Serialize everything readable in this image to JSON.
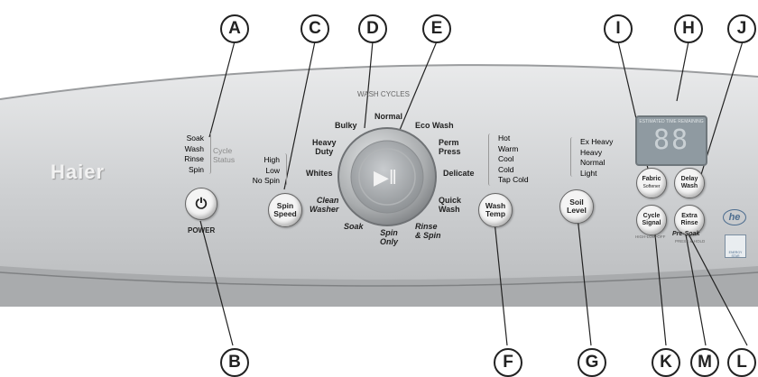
{
  "callouts": {
    "A": "A",
    "B": "B",
    "C": "C",
    "D": "D",
    "E": "E",
    "F": "F",
    "G": "G",
    "H": "H",
    "I": "I",
    "J": "J",
    "K": "K",
    "L": "L",
    "M": "M"
  },
  "brand": "Haier",
  "power": {
    "label": "POWER"
  },
  "cycle_status": {
    "items": [
      "Soak",
      "Wash",
      "Rinse",
      "Spin"
    ],
    "label1": "Cycle",
    "label2": "Status"
  },
  "spin_speed": {
    "options": [
      "High",
      "Low",
      "No Spin"
    ],
    "button1": "Spin",
    "button2": "Speed"
  },
  "wash_cycles": {
    "heading": "WASH CYCLES",
    "bulky": "Bulky",
    "normal": "Normal",
    "eco_wash": "Eco Wash",
    "heavy": "Heavy",
    "duty": "Duty",
    "perm": "Perm",
    "press": "Press",
    "whites": "Whites",
    "delicate": "Delicate",
    "clean": "Clean",
    "washer": "Washer",
    "quick": "Quick",
    "wash": "Wash",
    "soak": "Soak",
    "spin": "Spin",
    "only": "Only",
    "rinse": "Rinse",
    "and_spin": "& Spin"
  },
  "wash_temp": {
    "options": [
      "Hot",
      "Warm",
      "Cool",
      "Cold",
      "Tap Cold"
    ],
    "button1": "Wash",
    "button2": "Temp"
  },
  "soil_level": {
    "options": [
      "Ex Heavy",
      "Heavy",
      "Normal",
      "Light"
    ],
    "button1": "Soil",
    "button2": "Level"
  },
  "display": {
    "caption": "ESTIMATED TIME REMAINING",
    "digits": "88"
  },
  "fabric_softener": {
    "line1": "Fabric",
    "line2": "Softener"
  },
  "delay_wash": {
    "line1": "Delay",
    "line2": "Wash"
  },
  "cycle_signal": {
    "line1": "Cycle",
    "line2": "Signal",
    "sub": "HIGH-LOW-OFF"
  },
  "extra_rinse": {
    "line1": "Extra",
    "line2": "Rinse",
    "presoak": "Pre-Soak",
    "sub": "PRESS & HOLD"
  },
  "he_logo": "he",
  "energy_star": "ENERGY STAR",
  "colors": {
    "panel": "#c7c9cb",
    "panel_dark": "#8e9092",
    "display": "#8f9aa1"
  }
}
